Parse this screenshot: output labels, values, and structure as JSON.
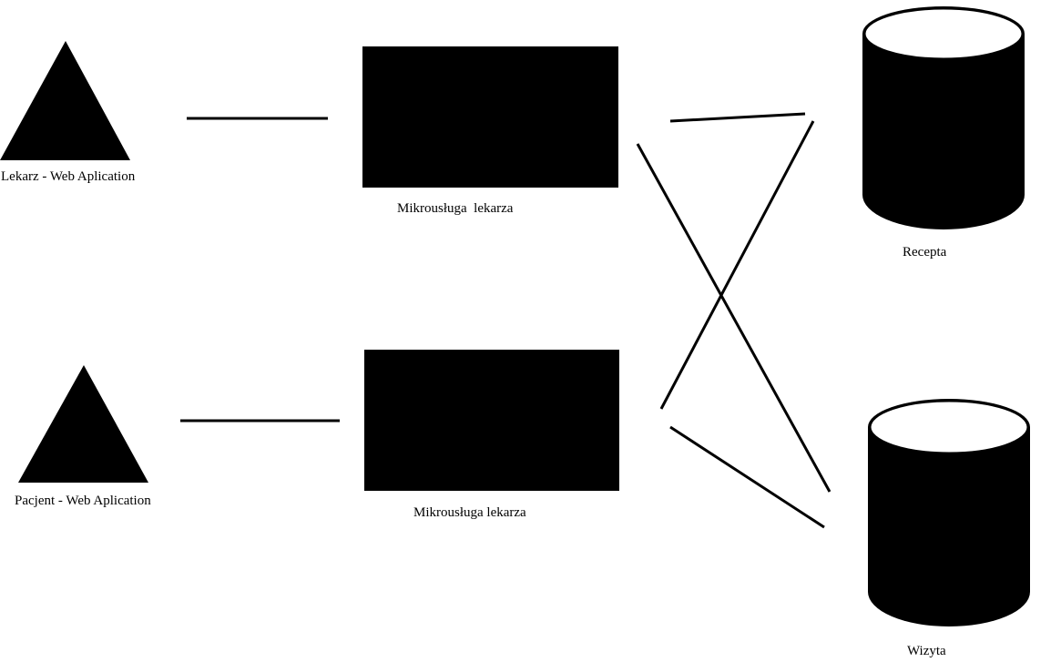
{
  "diagram": {
    "colors": {
      "fill": "#000000",
      "background": "#ffffff",
      "cylinder_top": "#ffffff"
    },
    "actors": [
      {
        "label": "Lekarz - Web Aplication",
        "shape": "triangle"
      },
      {
        "label": "Pacjent - Web Aplication",
        "shape": "triangle"
      }
    ],
    "services": [
      {
        "label": "Mikrousługa  lekarza",
        "shape": "rectangle"
      },
      {
        "label": "Mikrousługa lekarza",
        "shape": "rectangle"
      }
    ],
    "databases": [
      {
        "label": "Recepta",
        "shape": "cylinder"
      },
      {
        "label": "Wizyta",
        "shape": "cylinder"
      }
    ],
    "connections": [
      {
        "from": "Lekarz - Web Aplication",
        "to": "Mikrousługa  lekarza"
      },
      {
        "from": "Pacjent - Web Aplication",
        "to": "Mikrousługa lekarza"
      },
      {
        "from": "Mikrousługa  lekarza",
        "to": "Recepta"
      },
      {
        "from": "Mikrousługa  lekarza",
        "to": "Wizyta"
      },
      {
        "from": "Mikrousługa lekarza",
        "to": "Recepta"
      },
      {
        "from": "Mikrousługa lekarza",
        "to": "Wizyta"
      }
    ]
  }
}
